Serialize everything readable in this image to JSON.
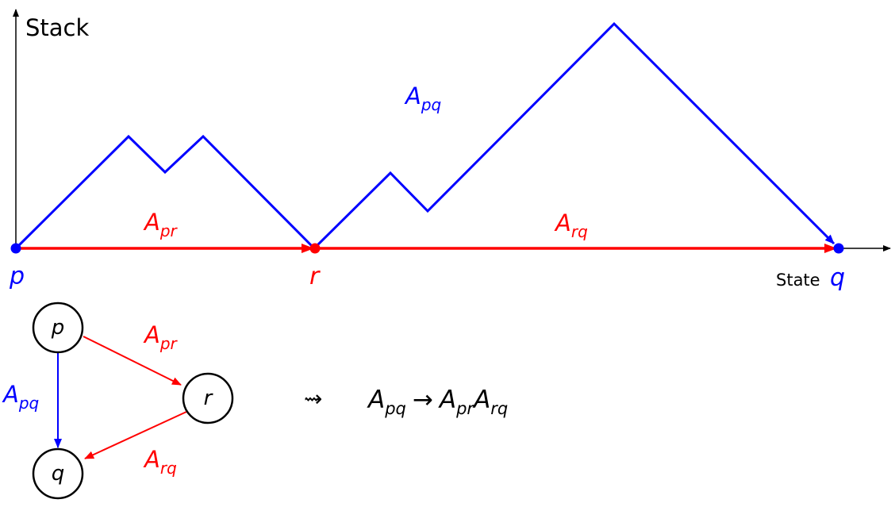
{
  "colors": {
    "path": "#0000ff",
    "split": "#ff0000",
    "axis": "#000000"
  },
  "axes": {
    "y_label": "Stack",
    "x_label": "State"
  },
  "points": {
    "p": "p",
    "r": "r",
    "q": "q"
  },
  "labels": {
    "A": "A",
    "pq": "pq",
    "pr": "pr",
    "rq": "rq"
  },
  "graph": {
    "nodes": [
      "p",
      "r",
      "q"
    ],
    "edges": [
      {
        "from": "p",
        "to": "r",
        "label": "A_pr"
      },
      {
        "from": "r",
        "to": "q",
        "label": "A_rq"
      },
      {
        "from": "p",
        "to": "q",
        "label": "A_pq"
      }
    ]
  },
  "rule": {
    "leadsto": "⇝",
    "arrow": "→"
  }
}
